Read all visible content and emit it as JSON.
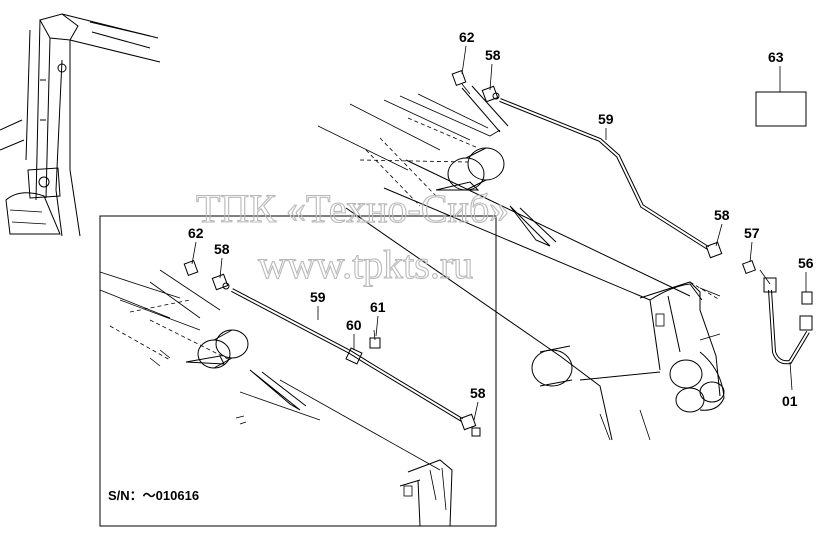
{
  "watermark": {
    "line1": "ТПК «Техно-Сиб»",
    "line2": "www.tpkts.ru"
  },
  "callouts": {
    "main": {
      "p62": "62",
      "p58a": "58",
      "p59": "59",
      "p63": "63",
      "p58b": "58",
      "p57": "57",
      "p56": "56",
      "p01": "01"
    },
    "inset": {
      "p62": "62",
      "p58a": "58",
      "p59": "59",
      "p60": "60",
      "p61": "61",
      "p58b": "58"
    },
    "serial_note": "S/N：～010616"
  },
  "colors": {
    "ink": "#000000",
    "watermark": "#b9b9b9",
    "paper": "#ffffff"
  }
}
